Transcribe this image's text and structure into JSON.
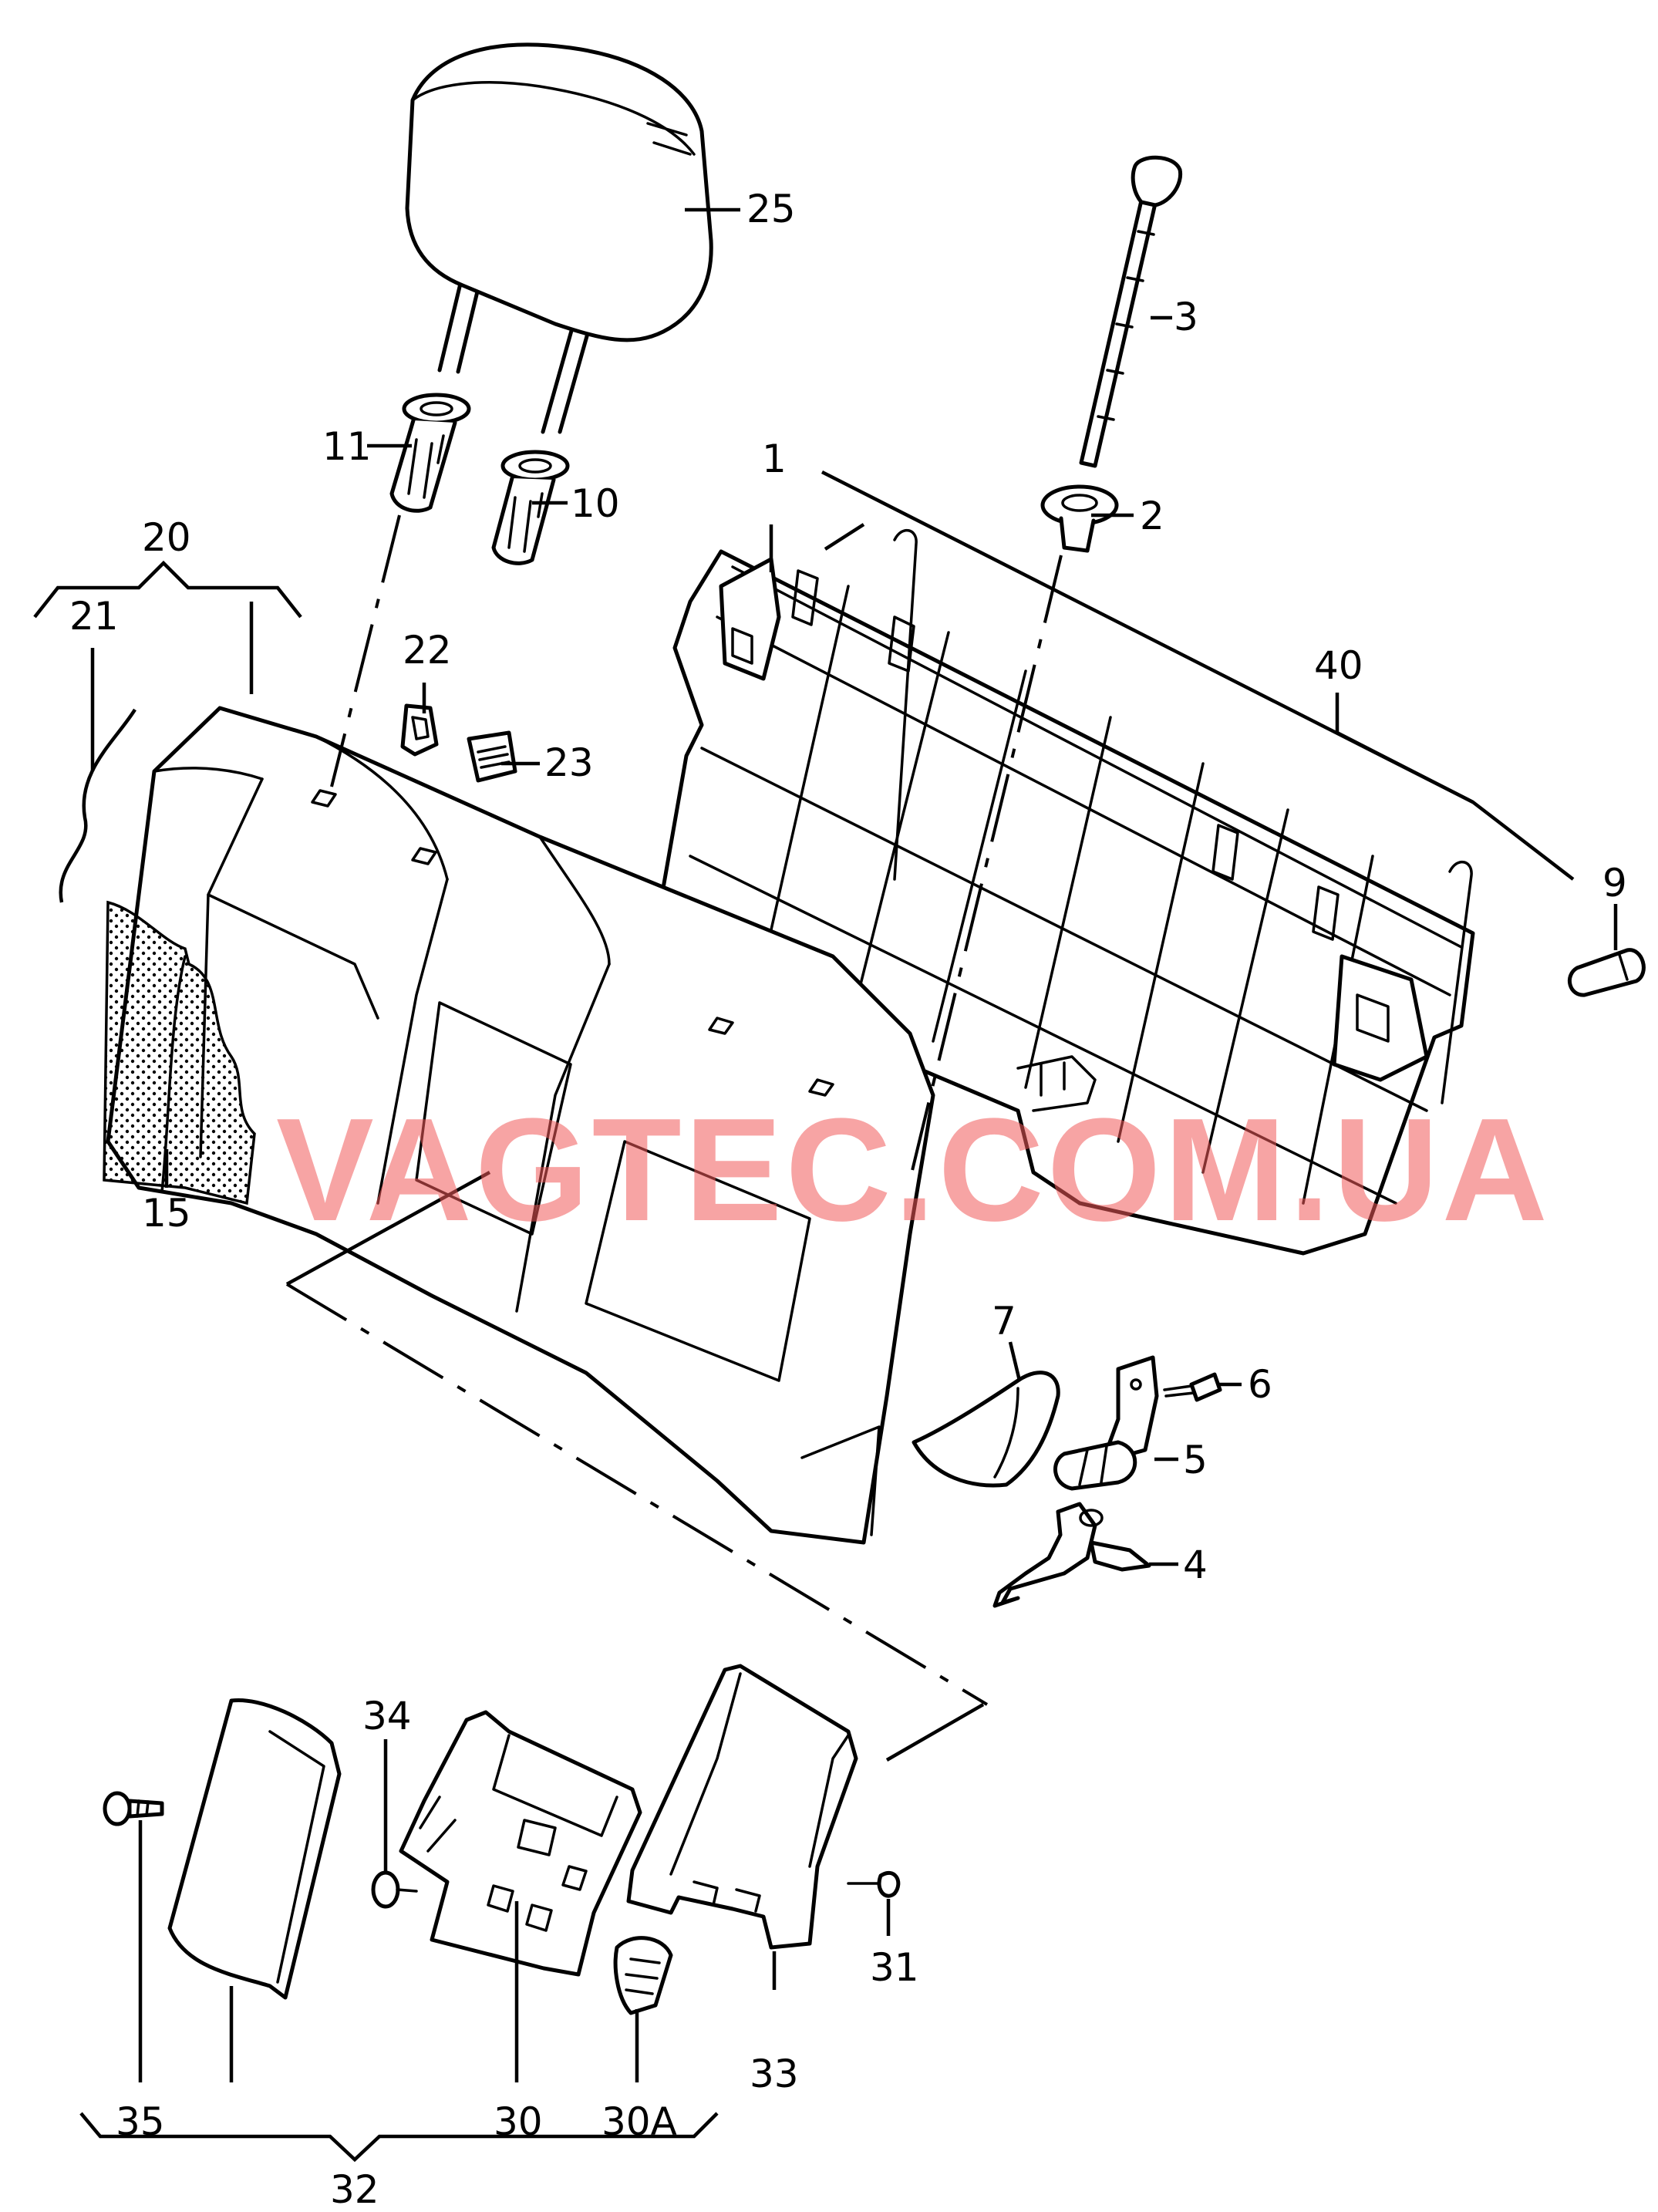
{
  "watermark": {
    "text": "VAGTEC.COM.UA",
    "color": "#f05a5a"
  },
  "callouts": {
    "c1": "1",
    "c2": "2",
    "c3": "3",
    "c4": "4",
    "c5": "5",
    "c6": "6",
    "c7": "7",
    "c9": "9",
    "c10": "10",
    "c11": "11",
    "c15": "15",
    "c20": "20",
    "c21": "21",
    "c22": "22",
    "c23": "23",
    "c25": "25",
    "c30": "30",
    "c30a": "30A",
    "c31": "31",
    "c32": "32",
    "c33": "33",
    "c34": "34",
    "c35": "35",
    "c40": "40"
  },
  "colors": {
    "line": "#000000",
    "background": "#ffffff"
  }
}
